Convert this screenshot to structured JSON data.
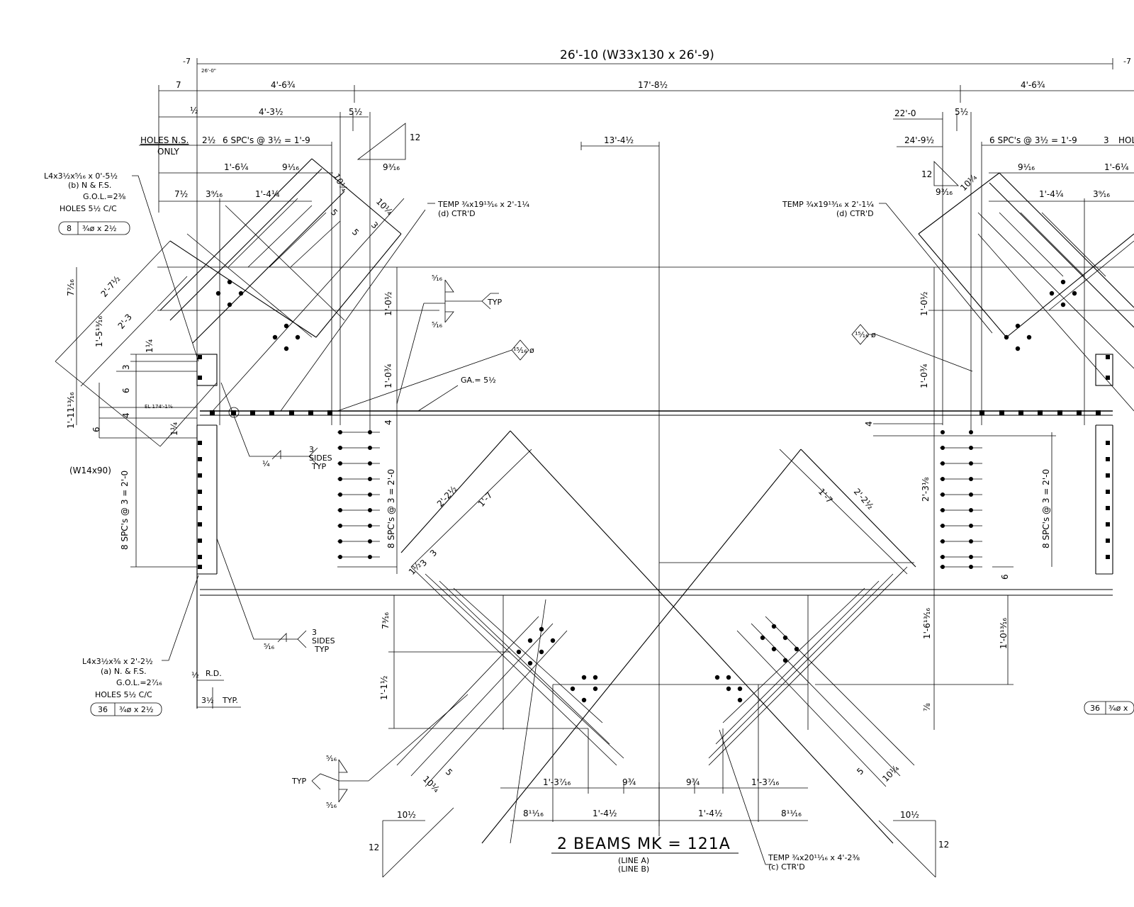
{
  "overall_dim": "26'-10 (W33x130 x 26'-9)",
  "left_tick": "-7",
  "right_tick": "-7",
  "small_ref": "26'-0\"",
  "dims_top": {
    "d7": "7",
    "d4_6_3_4_left": "4'-6¾",
    "d17_8_1_2": "17'-8½",
    "d4_6_3_4_right": "4'-6¾",
    "d1_2": "½",
    "d4_3_1_2": "4'-3½",
    "d5_1_2_left": "5½",
    "d22_0": "22'-0",
    "d5_1_2_right": "5½",
    "d13_4_1_2": "13'-4½",
    "d24_9_1_2": "24'-9½",
    "spc_left": "6 SPC's @ 3½ = 1'-9",
    "spc_right": "6 SPC's @ 3½ = 1'-9",
    "d2_1_2": "2½",
    "d3_right": "3",
    "d1_6_1_4": "1'-6¼",
    "d9_1_16": "9¹⁄₁₆",
    "d10_1_4": "10¼",
    "d9_3_16": "9³⁄₁₆",
    "d12": "12",
    "d7_1_2": "7½",
    "d3_9_16": "3⁹⁄₁₆",
    "d1_4_1_4": "1'-4¼",
    "d5": "5",
    "d3": "3",
    "d1_6_1_4_r": "1'-6¼",
    "d9_1_16_r": "9¹⁄₁₆",
    "d1_4_1_4_r": "1'-4¼",
    "d3_9_16_r": "3⁹⁄₁₆",
    "d12_r": "12",
    "d9_3_16_r": "9³⁄₁₆",
    "d10_1_4_r": "10¼"
  },
  "holes_ns_only": "HOLES N.S.",
  "only": "ONLY",
  "holes_r": "HOL",
  "angle_b": {
    "line1": "L4x3½x⁵⁄₁₆ x 0'-5½",
    "line2": "(b) N & F.S.",
    "line3": "G.O.L.=2⅜",
    "line4": "HOLES 5½ C/C",
    "bolt_qty": "8",
    "bolt_desc": "¾ø x 2½"
  },
  "temp_left": {
    "line1": "TEMP ¾x19¹³⁄₁₆ x 2'-1¼",
    "line2": "(d) CTR'D"
  },
  "temp_right": {
    "line1": "TEMP ¾x19¹³⁄₁₆ x 2'-1¼",
    "line2": "(d) CTR'D"
  },
  "temp_bottom": {
    "line1": "TEMP ¾x20¹¹⁄₁₆ x 4'-2⅜",
    "line2": "(c) CTR'D"
  },
  "weld_typ": "TYP",
  "weld_5_16": "⁵⁄₁₆",
  "hole_dia": "¹⁵⁄₁₆ ø",
  "ga": "GA.= 5½",
  "left_verticals": {
    "v7_7_16": "7⁷⁄₁₆",
    "v2_7_1_2": "2'-7½",
    "v1_5_13_16": "1'-5¹³⁄₁₆",
    "v2_3": "2'-3",
    "v1_11_13_16": "1'-11¹³⁄₁₆",
    "v1_1_4": "1¼",
    "v3": "3",
    "v6": "6",
    "v4": "4",
    "v6b": "6",
    "v1_1_4b": "1¼",
    "el": "EL 174'-1⅜",
    "spc": "8 SPC's @ 3 = 2'-0",
    "col": "(W14x90)"
  },
  "mid_verticals": {
    "v1_0_1_2": "1'-0½",
    "v1_0_3_4": "1'-0¾",
    "v4": "4",
    "spc": "8 SPC's @ 3 = 2'-0",
    "v7_3_16": "7³⁄₁₆",
    "v1_1_1_2": "1'-1½"
  },
  "right_verticals": {
    "v1_0_1_2": "1'-0½",
    "v1_0_3_4": "1'-0¾",
    "v4": "4",
    "v2_3_1_8": "2'-3⅛",
    "spc": "8 SPC's @ 3 = 2'-0",
    "v6": "6",
    "v1_6_13_16": "1'-6¹³⁄₁₆",
    "v1_0_13_16": "1'-0¹³⁄₁₆",
    "v7_8": "⅞"
  },
  "weld_left_top": {
    "size": "¼",
    "text1": "3",
    "text2": "SIDES",
    "text3": "TYP"
  },
  "weld_left_bottom": {
    "size": "⁵⁄₁₆",
    "text1": "3",
    "text2": "SIDES",
    "text3": "TYP"
  },
  "angle_a": {
    "line1": "L4x3½x⅜ x 2'-2½",
    "line2": "(a) N. & F.S.",
    "line3": "G.O.L.=2⁷⁄₁₆",
    "line4": "HOLES 5½ C/C",
    "bolt_qty": "36",
    "bolt_desc": "¾ø x 2½"
  },
  "angle_a_right": {
    "bolt_qty": "36",
    "bolt_desc": "¾ø x"
  },
  "rd": "R.D.",
  "half": "½",
  "typ_3_1_2": "3½",
  "typ_dot": "TYP.",
  "diag_dims": {
    "d2_2_1_2": "2'-2½",
    "d1_7": "1'-7",
    "d1_7_r": "1'-7",
    "d2_2_1_2_r": "2'-2½",
    "d3a": "3",
    "d3b": "3",
    "d1_1_2": "1½"
  },
  "bottom_dims": {
    "b1_3_7_16": "1'-3⁷⁄₁₆",
    "b9_3_4": "9¾",
    "b9_3_4_r": "9¾",
    "b1_3_7_16_r": "1'-3⁷⁄₁₆",
    "b8_11_16": "8¹¹⁄₁₆",
    "b1_4_1_2": "1'-4½",
    "b1_4_1_2_r": "1'-4½",
    "b8_11_16_r": "8¹¹⁄₁₆",
    "b10_1_2": "10½",
    "b10_1_2_r": "10½",
    "b12": "12",
    "b12_r": "12",
    "b10_1_4": "10¼",
    "b5": "5",
    "b10_1_4_r": "10¼"
  },
  "title": "2 BEAMS MK = 121A",
  "sub1": "(LINE A)",
  "sub2": "(LINE B)"
}
